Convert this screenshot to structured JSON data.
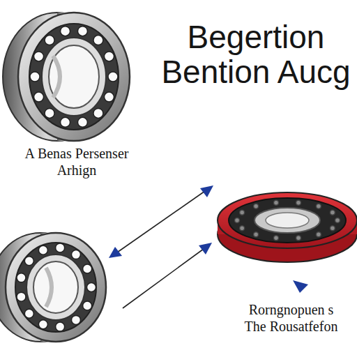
{
  "diagram": {
    "title": "Begertion Bention Aucg",
    "labels": [
      "A Benas Persenser Arhign",
      "Rorngnopuen s The Rousatfefon"
    ]
  }
}
